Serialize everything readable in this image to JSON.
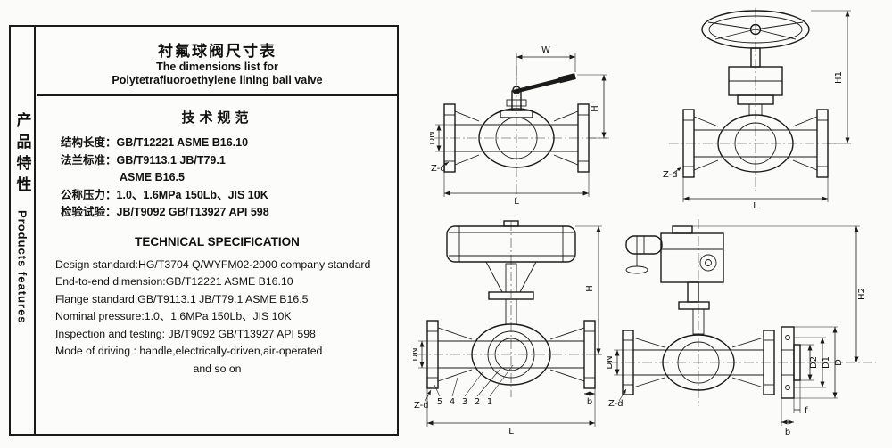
{
  "panel": {
    "side_cn": "产品特性",
    "side_en": "Products features",
    "title_cn": "衬氟球阀尺寸表",
    "title_en1": "The dimensions list for",
    "title_en2": "Polytetrafluoroethylene lining ball valve",
    "cn_heading": "技术规范",
    "cn_items": [
      {
        "label": "结构长度：",
        "value": "GB/T12221 ASME B16.10"
      },
      {
        "label": "法兰标准：",
        "value": "GB/T9113.1  JB/T79.1",
        "value2": "ASME B16.5"
      },
      {
        "label": "公称压力：",
        "value": "1.0、1.6MPa 150Lb、JIS 10K"
      },
      {
        "label": "检验试验：",
        "value": "JB/T9092 GB/T13927 API 598"
      }
    ],
    "en_heading": "TECHNICAL SPECIFICATION",
    "en_lines": [
      "Design standard:HG/T3704 Q/WYFM02-2000 company standard",
      "End-to-end dimension:GB/T12221  ASME B16.10",
      "Flange standard:GB/T9113.1  JB/T79.1  ASME B16.5",
      "Nominal pressure:1.0、1.6MPa 150Lb、JIS 10K",
      "Inspection and testing: JB/T9092 GB/T13927 API 598",
      "Mode of driving : handle,electrically-driven,air-operated",
      "and so on"
    ]
  },
  "drawings": {
    "lever": {
      "w": "W",
      "h": "H",
      "dn": "DN",
      "l": "L",
      "zd": "Z-d"
    },
    "gear": {
      "h1": "H1",
      "l": "L",
      "zd": "Z-d"
    },
    "pneumatic": {
      "h": "H",
      "dn": "DN",
      "l": "L",
      "zd": "Z-d",
      "b": "b",
      "parts": [
        "5",
        "4",
        "3",
        "2",
        "1"
      ]
    },
    "electric": {
      "h2": "H2",
      "dn": "DN",
      "zd": "Z-d",
      "d": "D",
      "d1": "D1",
      "d2": "D2",
      "b": "b",
      "f": "f"
    }
  }
}
